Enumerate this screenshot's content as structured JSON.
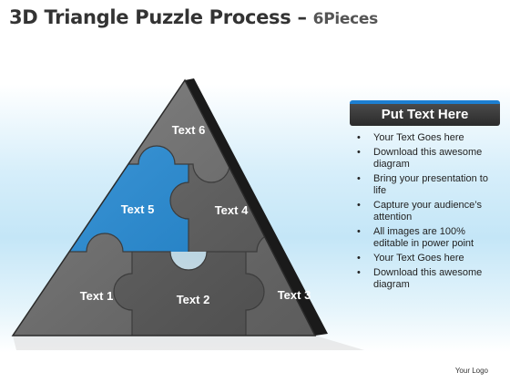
{
  "header": {
    "title": "3D Triangle Puzzle Process",
    "separator": " – ",
    "subtitle": "6Pieces"
  },
  "pieces": [
    {
      "label": "Text 1",
      "color": "#6a6a6a"
    },
    {
      "label": "Text 2",
      "color": "#585858"
    },
    {
      "label": "Text 3",
      "color": "#696969"
    },
    {
      "label": "Text 4",
      "color": "#5c5c5c"
    },
    {
      "label": "Text 5",
      "color": "#1f8ad8"
    },
    {
      "label": "Text 6",
      "color": "#6d6d6d"
    }
  ],
  "panel": {
    "heading": "Put Text Here",
    "items": [
      "Your Text Goes here",
      "Download this awesome diagram",
      "Bring your presentation to life",
      "Capture your audience’s attention",
      "All images are 100% editable in power point",
      "Your Text Goes here",
      "Download this awesome diagram"
    ]
  },
  "footer": {
    "logo": "Your Logo"
  },
  "colors": {
    "accent": "#1d7fd1",
    "dark": "#2b2b2b",
    "side": "#1a1a1a"
  }
}
